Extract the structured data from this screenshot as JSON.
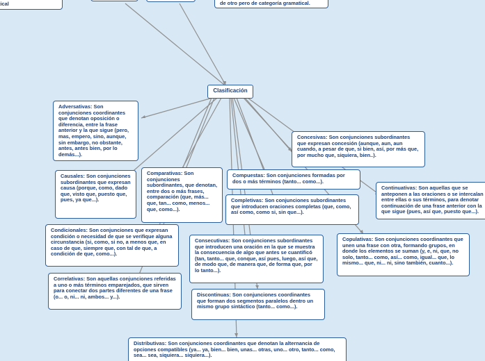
{
  "colors": {
    "background": "#d8e8f4",
    "line": "#8f8f8f",
    "border": "#2a5d9e",
    "text": "#1c3f78"
  },
  "top_fragments": {
    "left": "tical",
    "right": "de otro pero de categoría gramatical."
  },
  "center": {
    "label": "Clasificación"
  },
  "nodes": {
    "adversativas": "Adversativas: Son conjunciones coordinantes que denotan oposición o diferencia, entre la frase anterior y la que sigue (pero, mas, empero, sino, aunque, sin embargo, no obstante, antes, antes bien, por lo demás...).",
    "concesivas": "Concesivas: Son conjunciones subordinantes que expresan concesión (aunque, aun, aun cuando, a pesar de que, si bien, así, por más que, por mucho que, siquiera, bien..).",
    "causales": "Causales: Son conjunciones subordinantes que expresan causa (porque, como, dado que, visto que, puesto que, pues, ya que...).",
    "comparativas": "Comparativas: Son conjunciones subordinantes, que denotan, entre dos o más frases, comparación (que, más... que, tan... como, menos... que, como...).",
    "compuestas": "Compuestas: Son conjunciones formadas por dos o más términos (tanto... como...).",
    "continuativas": "Continuativas: Son aquellas que se anteponen a las oraciones o se intercalan entre ellas o sus términos, para denotar continuación de una frase anterior con la que sigue (pues, así que, puesto que...).",
    "completivas": "Completivas: Son conjunciones subordinantes que introducen oraciones completas (que, como, así como, como si, sin que...).",
    "condicionales": "Condicionales: Son conjunciones que expresan condición o necesidad de que se verifique alguna circunstancia (si, como, si no, a menos que, en caso de que, siempre que, con tal de que, a condición de que, como...).",
    "consecutivas": "Consecutivas: Son conjunciones subordinantes que introducen una oración en la que se muestra la consecuencia de algo que antes se cuantificó (tan, tanto... que, conque, así pues, luego, así que, de modo que, de manera que, de forma que, por lo tanto...).",
    "copulativas": "Copulativas: Son conjunciones coordinantes que unen una frase con otra, formando grupos, en donde los elementos se suman (y, e, ni, que, no solo, tanto... como, así... como, igual... que, lo mismo... que, ni... ni, sino también, cuanto...).",
    "correlativas": "Correlativas: Son aquellas conjunciones referidas a uno o más términos emparejados, que sirven para conectar dos partes diferentes de una frase (o... o, ni... ni, ambos... y...).",
    "discontinuas": "Discontinuas: Son conjunciones coordinantes que forman dos segmentos paralelos dentro un mismo grupo sintáctico (tanto... como...).",
    "distributivas": "Distributivas: Son conjunciones coordinantes que denotan la alternancia de opciones compatibles (ya... ya, bien... bien, unas... otras, uno... otro, tanto... como, sea... sea, siquiera... siquiera...)."
  }
}
